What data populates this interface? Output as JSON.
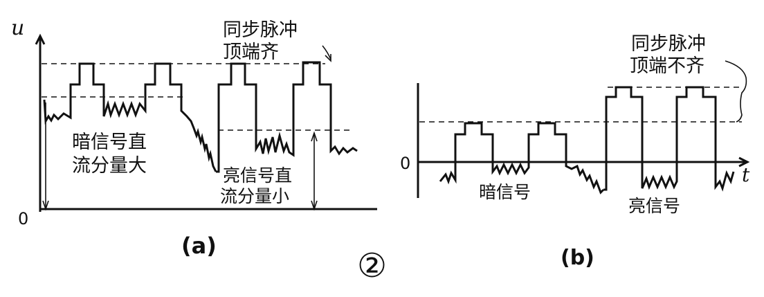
{
  "panel_a": {
    "axis_u": "u",
    "axis_zero": "0",
    "note_sync_1": "同步脉冲",
    "note_sync_2": "顶端齐",
    "dark_1": "暗信号直",
    "dark_2": "流分量大",
    "bright_1": "亮信号直",
    "bright_2": "流分量小",
    "caption": "(a)"
  },
  "panel_b": {
    "axis_zero": "0",
    "axis_t": "t",
    "note_sync_1": "同步脉冲",
    "note_sync_2": "顶端不齐",
    "dark": "暗信号",
    "bright": "亮信号",
    "caption": "(b)"
  },
  "figure_number": "②"
}
